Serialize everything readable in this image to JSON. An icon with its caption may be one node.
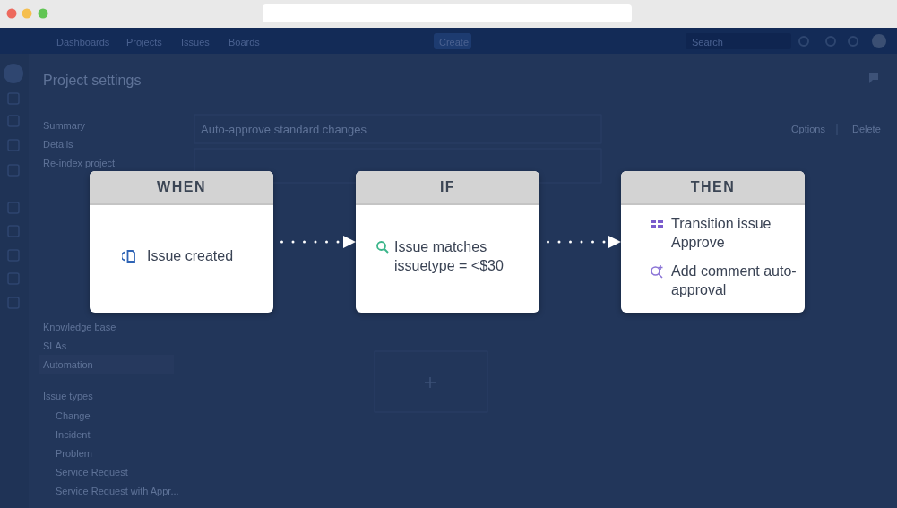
{
  "diagram": {
    "nodes": [
      {
        "text": [
          "WHEN",
          "Issue created"
        ]
      },
      {
        "text": [
          "IF",
          "Issue matches issuetype = <$30"
        ]
      },
      {
        "text": [
          "THEN",
          "Transition issue Approve",
          "Add comment auto-approval"
        ]
      }
    ],
    "edges": [
      {
        "from": 0,
        "to": 1,
        "arrow": "to",
        "style": "dashed"
      },
      {
        "from": 1,
        "to": 2,
        "arrow": "to",
        "style": "dashed"
      }
    ],
    "labels": [
      "Dashboards",
      "Projects",
      "Issues",
      "Boards",
      "Create",
      "Search",
      "Project settings",
      "Summary",
      "Details",
      "Re-index project",
      "Auto-approve standard changes",
      "Options",
      "Delete",
      "Knowledge base",
      "SLAs",
      "Automation",
      "Issue types",
      "Change",
      "Incident",
      "Problem",
      "Service Request",
      "Service Request with Appr..."
    ]
  }
}
